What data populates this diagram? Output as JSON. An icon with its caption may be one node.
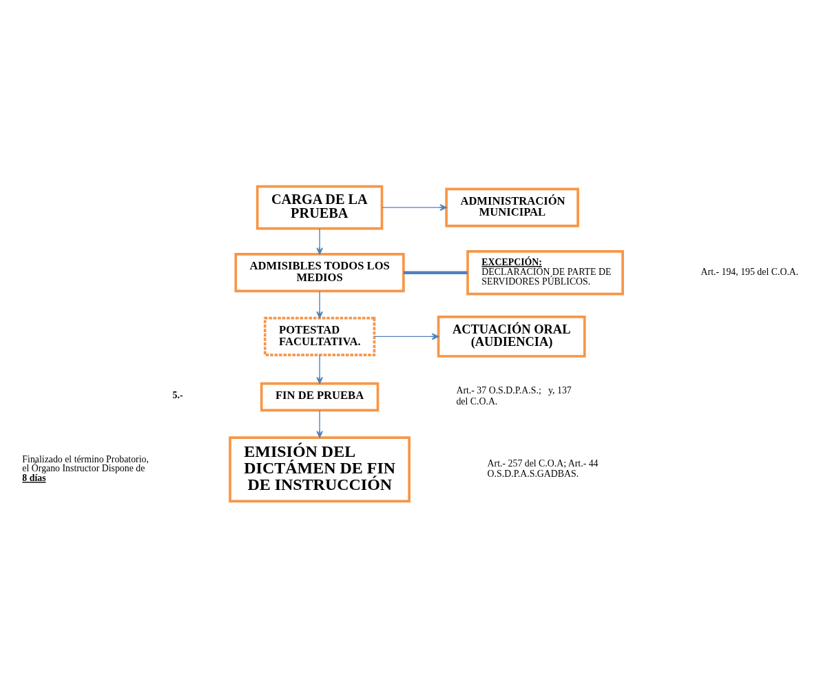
{
  "diagram": {
    "nodes": [
      {
        "text": [
          "CARGA DE LA PRUEBA"
        ]
      },
      {
        "text": [
          "ADMINISTRACIÓN MUNICIPAL"
        ]
      },
      {
        "text": [
          "ADMISIBLES TODOS LOS MEDIOS"
        ]
      },
      {
        "text": [
          "EXCEPCIÓN:",
          "DECLARACIÓN DE PARTE DE SERVIDORES PÚBLICOS."
        ]
      },
      {
        "text": [
          "POTESTAD FACULTATIVA."
        ]
      },
      {
        "text": [
          "ACTUACIÓN ORAL (AUDIENCIA)"
        ]
      },
      {
        "text": [
          "FIN DE PRUEBA"
        ]
      },
      {
        "text": [
          "EMISIÓN DEL DICTÁMEN DE FIN DE INSTRUCCIÓN"
        ]
      }
    ],
    "edges": [
      {
        "from": 0,
        "to": 1,
        "arrow": "to"
      },
      {
        "from": 0,
        "to": 2,
        "arrow": "to"
      },
      {
        "from": 2,
        "to": 3,
        "arrow": "none",
        "style": "thick"
      },
      {
        "from": 2,
        "to": 4,
        "arrow": "to"
      },
      {
        "from": 4,
        "to": 5,
        "arrow": "to"
      },
      {
        "from": 4,
        "to": 6,
        "arrow": "to"
      },
      {
        "from": 6,
        "to": 7,
        "arrow": "to"
      }
    ],
    "labels": [
      "Art.- 194, 195 del C.O.A.",
      "Art.- 37 O.S.D.P.A.S.;   y, 137 del C.O.A.",
      "5.-",
      "Finalizado el término Probatorio, el Órgano Instructor Dispone de **8 días**",
      "Art.- 257 del C.O.A; Art.- 44 O.S.D.P.A.S.GADBAS."
    ]
  }
}
